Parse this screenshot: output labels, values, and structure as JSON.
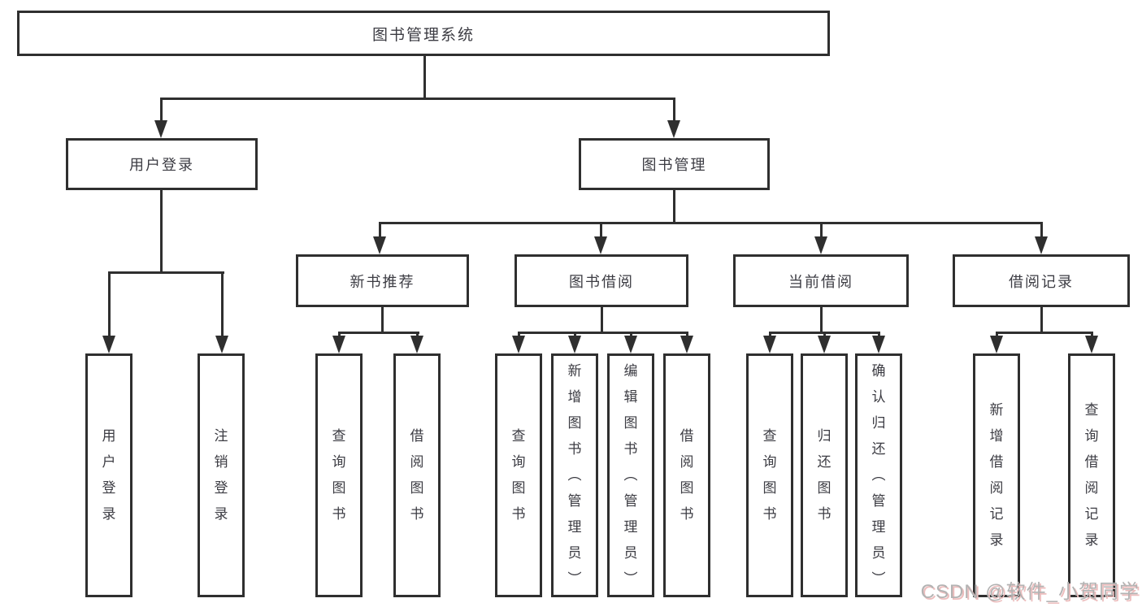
{
  "root": {
    "label": "图书管理系统"
  },
  "branches": [
    {
      "label": "用户登录",
      "children": [
        {
          "label": "用户登录"
        },
        {
          "label": "注销登录"
        }
      ]
    },
    {
      "label": "图书管理",
      "children": [
        {
          "label": "新书推荐",
          "children": [
            {
              "label": "查询图书"
            },
            {
              "label": "借阅图书"
            }
          ]
        },
        {
          "label": "图书借阅",
          "children": [
            {
              "label": "查询图书"
            },
            {
              "label": "新增图书（管理员）"
            },
            {
              "label": "编辑图书（管理员）"
            },
            {
              "label": "借阅图书"
            }
          ]
        },
        {
          "label": "当前借阅",
          "children": [
            {
              "label": "查询图书"
            },
            {
              "label": "归还图书"
            },
            {
              "label": "确认归还（管理员）"
            }
          ]
        },
        {
          "label": "借阅记录",
          "children": [
            {
              "label": "新增借阅记录"
            },
            {
              "label": "查询借阅记录"
            }
          ]
        }
      ]
    }
  ],
  "watermark": "CSDN @软件_小贺同学",
  "colors": {
    "line": "#2f2f2f",
    "text": "#3c3c43",
    "background": "#ffffff",
    "watermark_text": "#b3b3b3",
    "watermark_shadow": "#edbdbd"
  }
}
